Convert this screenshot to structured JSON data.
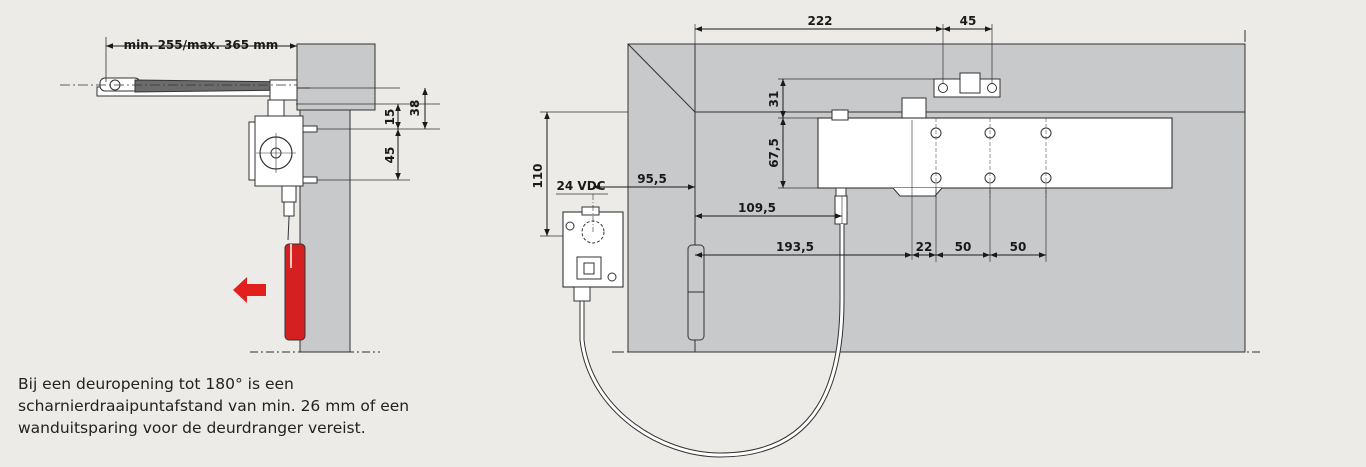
{
  "side_view": {
    "arm_span_label": "min. 255/max. 365 mm",
    "dims": {
      "d38": "38",
      "d15": "15",
      "d45": "45"
    }
  },
  "front_view": {
    "dims": {
      "d222": "222",
      "d45": "45",
      "d31": "31",
      "d67_5": "67,5",
      "d110": "110",
      "d95_5": "95,5",
      "d109_5": "109,5",
      "d193_5": "193,5",
      "d22": "22",
      "d50a": "50",
      "d50b": "50"
    },
    "power_label": "24 VDC"
  },
  "note": {
    "line1": "Bij een deuropening tot 180° is een",
    "line2": "scharnierdraaipuntafstand van min. 26 mm of een",
    "line3": "wanduitsparing voor de deurdranger vereist."
  },
  "colors": {
    "door": "#c8c9cb",
    "arrow": "#e3211c",
    "background": "#ecebe7"
  }
}
